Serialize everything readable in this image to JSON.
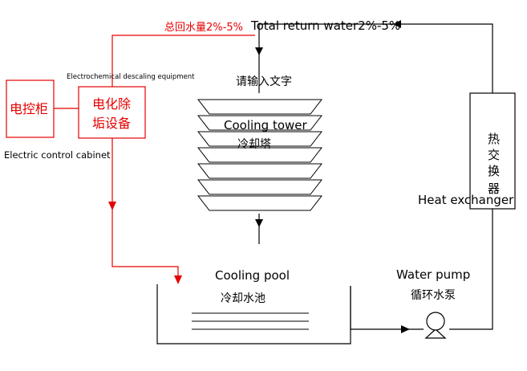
{
  "labels": {
    "return_zh": "总回水量2%-5%",
    "return_en": "Total return water2%-5%",
    "descaling_en": "Electrochemical descaling equipment",
    "control_cabinet_zh": "电控柜",
    "control_cabinet_en": "Electric control cabinet",
    "descaling_zh_line1": "电化除",
    "descaling_zh_line2": "垢设备",
    "placeholder_zh": "请输入文字",
    "cooling_tower_en": "Cooling tower",
    "cooling_tower_zh": "冷却塔",
    "heat_exchanger_zh": [
      "热",
      "交",
      "换",
      "器"
    ],
    "heat_exchanger_en": "Heat exchanger",
    "cooling_pool_en": "Cooling pool",
    "cooling_pool_zh": "冷却水池",
    "water_pump_en": "Water pump",
    "water_pump_zh": "循环水泵"
  },
  "colors": {
    "pipe": "#000000",
    "descaling_line": "#e60000",
    "text": "#000000",
    "red_text": "#e60000"
  }
}
